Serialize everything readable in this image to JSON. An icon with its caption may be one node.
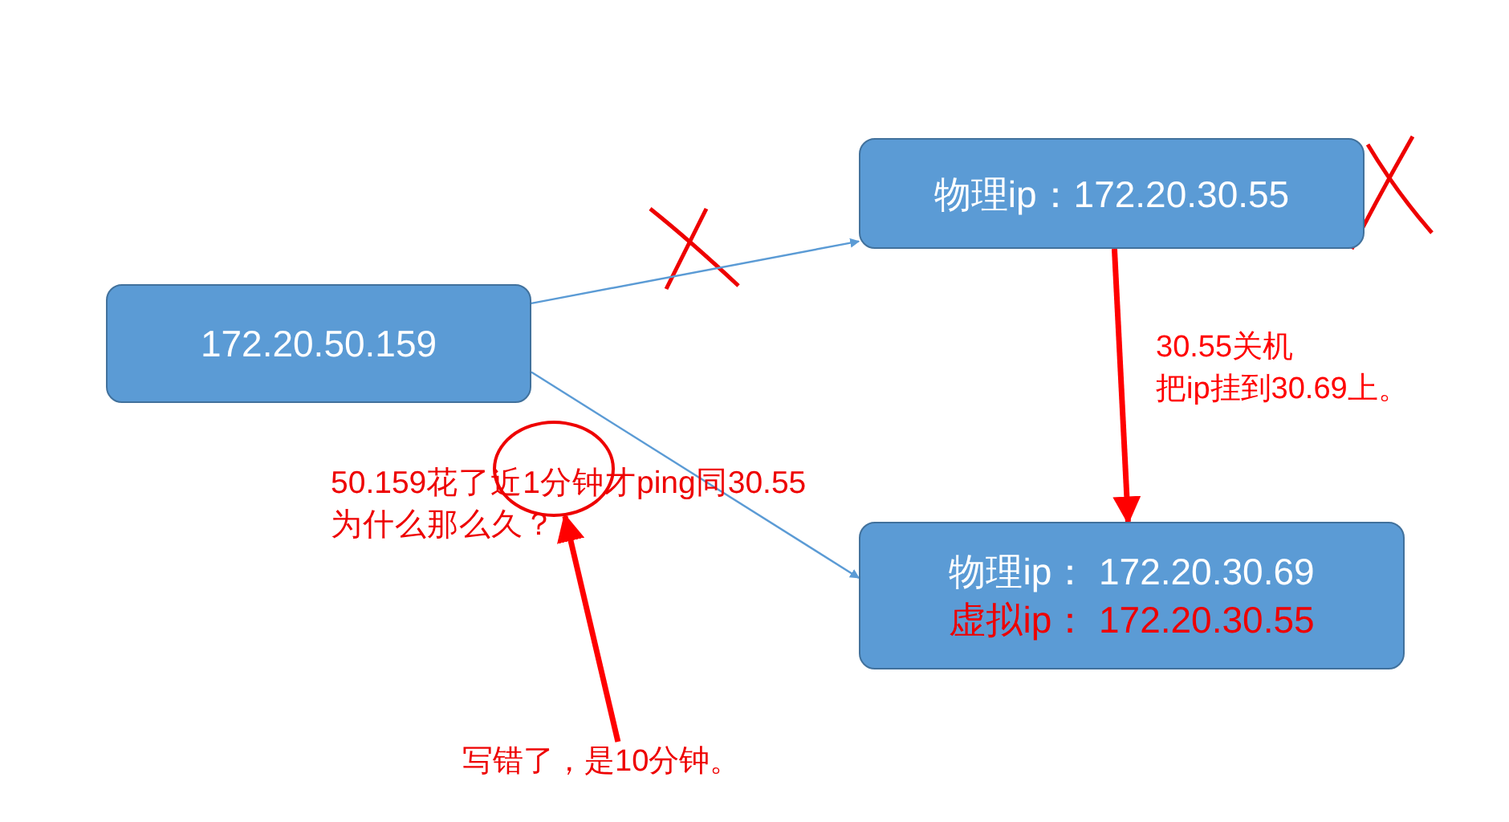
{
  "diagram": {
    "nodes": [
      {
        "text": [
          "172.20.50.159"
        ]
      },
      {
        "text": [
          "物理ip：172.20.30.55"
        ]
      },
      {
        "text": [
          "物理ip： 172.20.30.69",
          "虚拟ip： 172.20.30.55"
        ]
      },
      {
        "text": [],
        "shape": "circle"
      },
      {
        "text": [
          "写错了，是10分钟。"
        ]
      }
    ],
    "edges": [
      {
        "from": 0,
        "to": 1,
        "arrow": "to"
      },
      {
        "from": 0,
        "to": 2,
        "arrow": "to"
      },
      {
        "from": 1,
        "to": 2,
        "arrow": "to",
        "label": "30.55关机把ip挂到30.69上。",
        "style": "thick",
        "color": "#ff0000"
      },
      {
        "from": 4,
        "to": 3,
        "arrow": "to",
        "style": "thick",
        "color": "#ff0000"
      }
    ],
    "labels": [
      "50.159花了近1分钟才ping同30.55为什么那么久？"
    ]
  }
}
